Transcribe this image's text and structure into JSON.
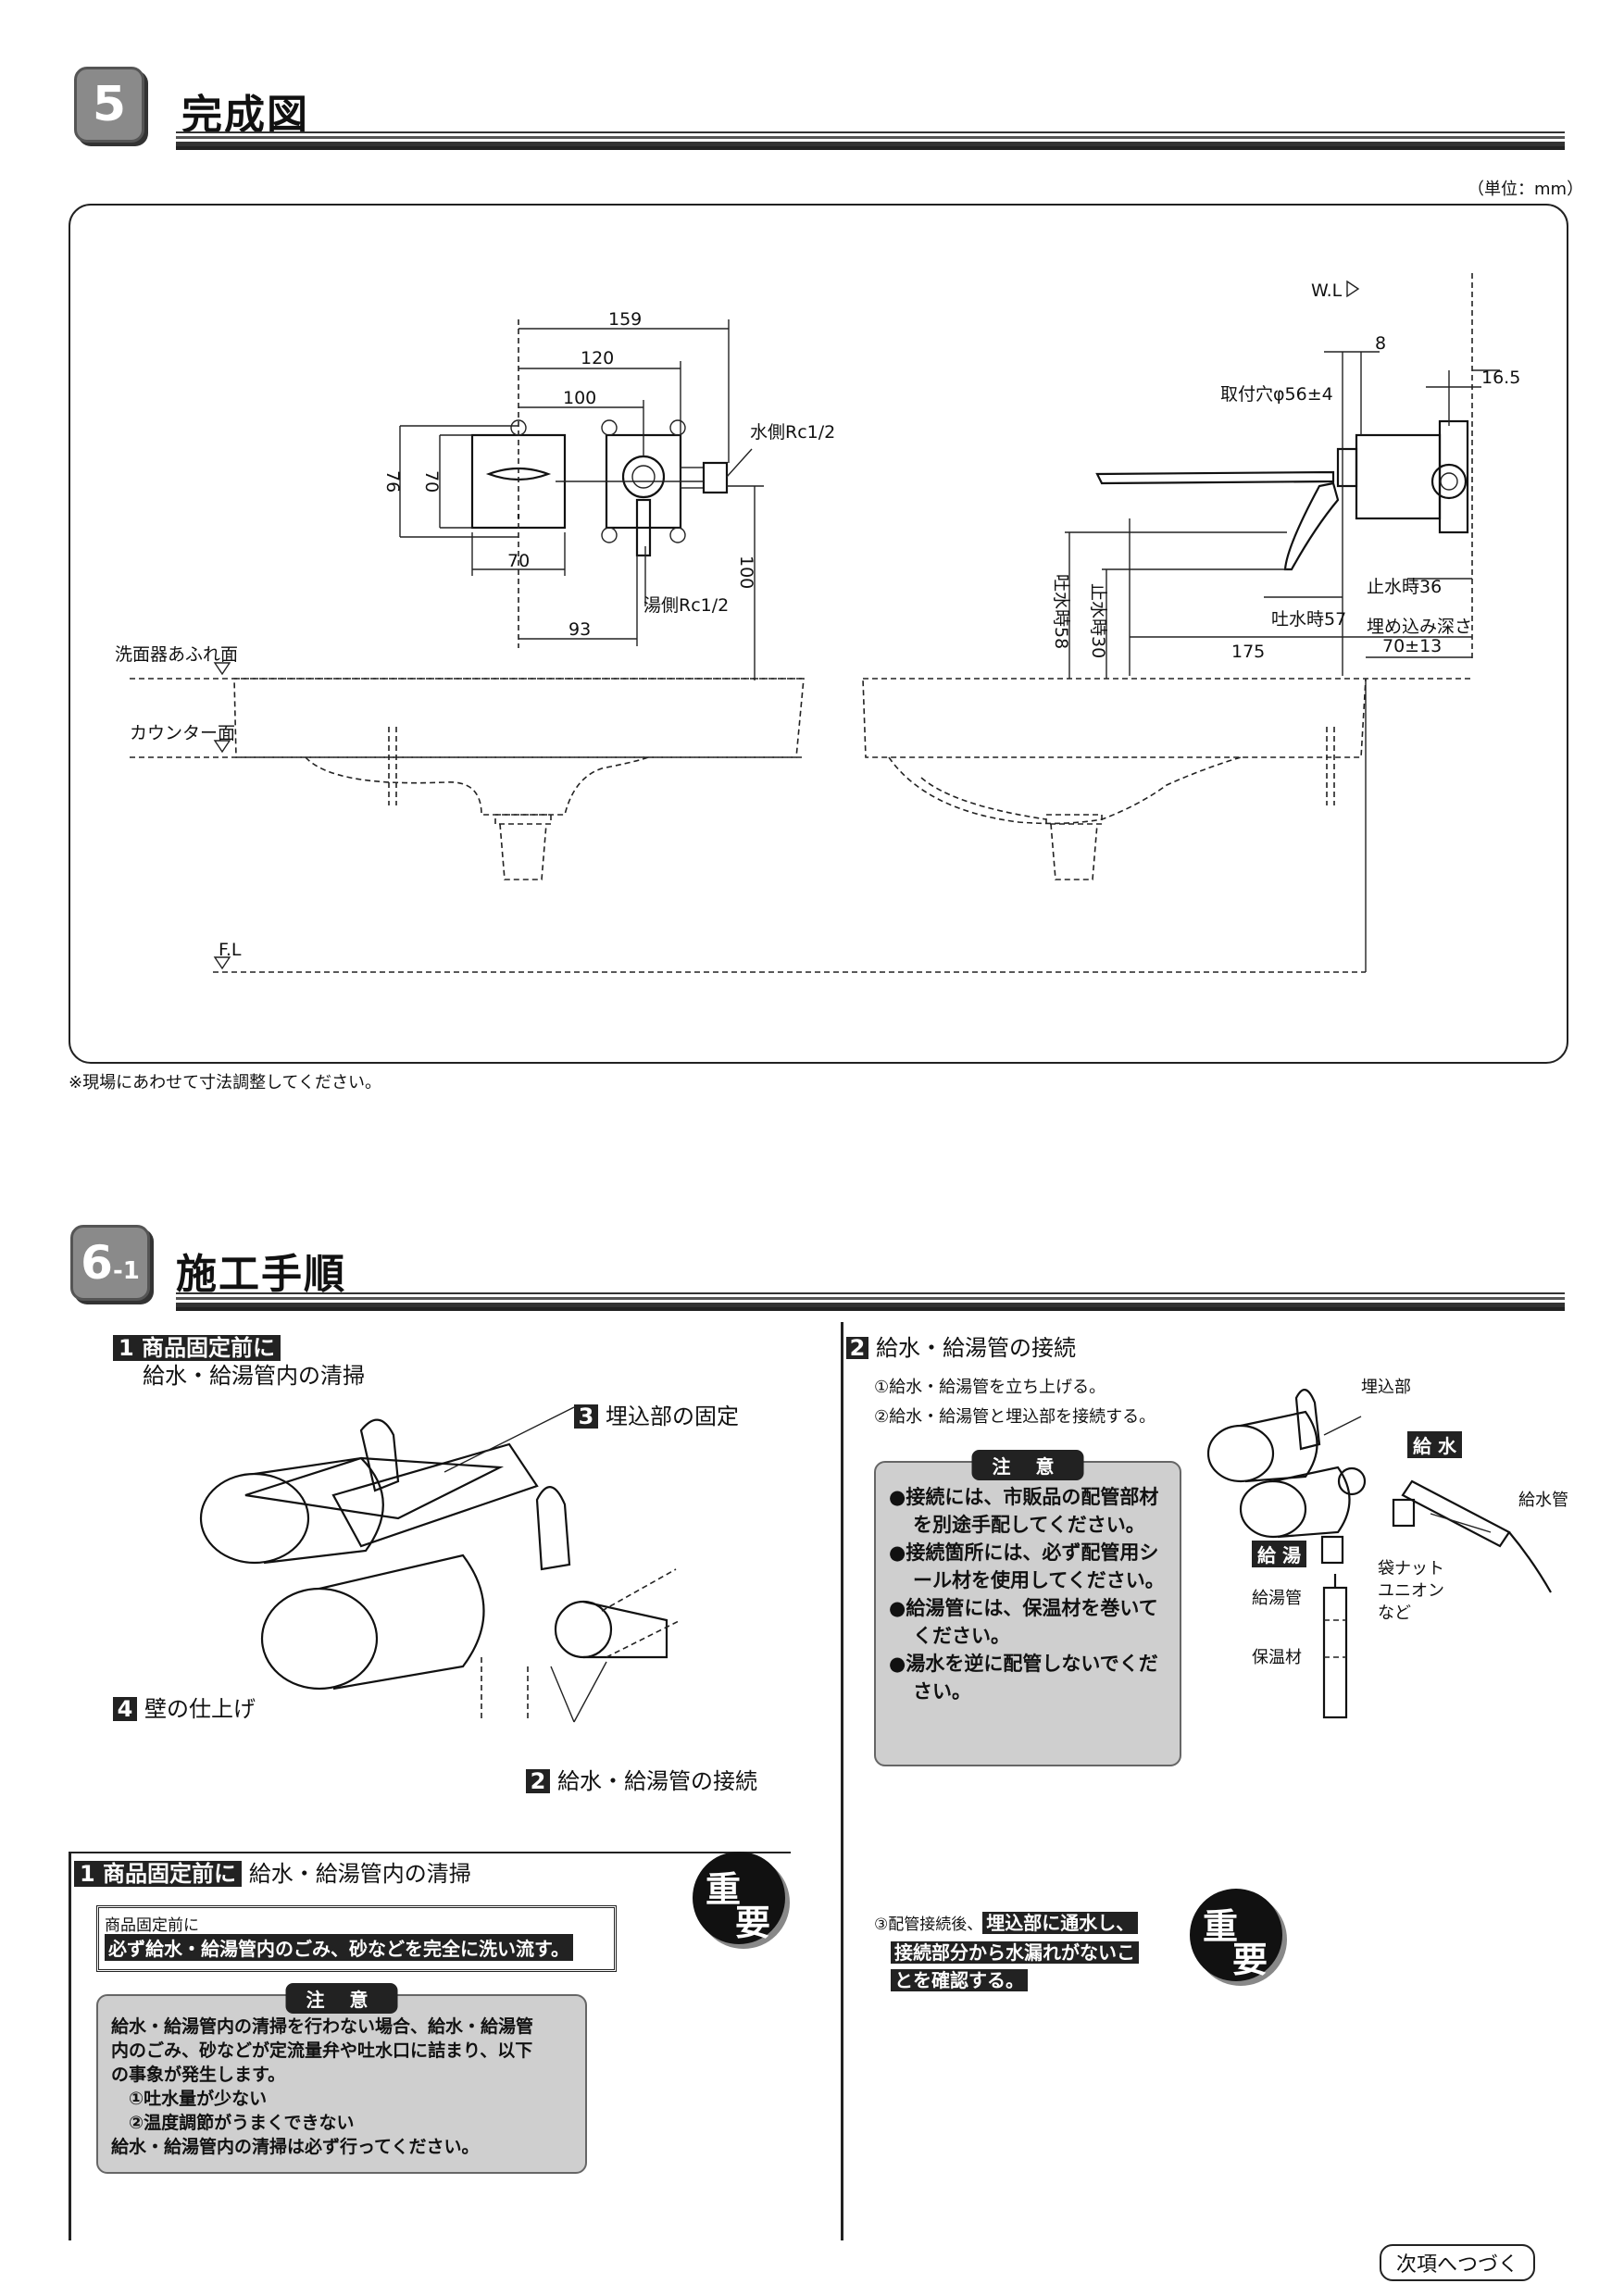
{
  "section5": {
    "number": "5",
    "title": "完成図",
    "unit": "（単位：mm）",
    "note": "※現場にあわせて寸法調整してください。",
    "front_view": {
      "dims": {
        "d159": "159",
        "d120": "120",
        "d100": "100",
        "d76": "76",
        "d70v": "70",
        "d70h": "70",
        "d93": "93",
        "d100v": "100"
      },
      "water_side": "水側Rc1/2",
      "hot_side": "湯側Rc1/2",
      "basin_overflow": "洗面器あふれ面",
      "counter_surface": "カウンター面",
      "floor": "F.L"
    },
    "side_view": {
      "wl": "W.L",
      "d8": "8",
      "d165": "16.5",
      "mount_hole": "取付穴φ56±4",
      "stop36": "止水時36",
      "spout57": "吐水時57",
      "embed_depth": "埋め込み深さ",
      "embed_value": "70±13",
      "d175": "175",
      "spout58": "吐水時58",
      "stop30": "止水時30"
    }
  },
  "section6": {
    "number": "6",
    "sub": "-1",
    "title": "施工手順",
    "step1_tag": "1 商品固定前に",
    "step1_caption": "給水・給湯管内の清掃",
    "callout3_num": "3",
    "callout3": "埋込部の固定",
    "callout4_num": "4",
    "callout4": "壁の仕上げ",
    "callout2_num": "2",
    "callout2": "給水・給湯管の接続",
    "left_panel": {
      "tag": "1 商品固定前に",
      "heading": "給水・給湯管内の清掃",
      "box_label": "商品固定前に",
      "box_text": "必ず給水・給湯管内のごみ、砂などを完全に洗い流す。",
      "caution_head": "注 意",
      "caution_lines": [
        "給水・給湯管内の清掃を行わない場合、給水・給湯管",
        "内のごみ、砂などが定流量弁や吐水口に詰まり、以下",
        "の事象が発生します。",
        "　①吐水量が少ない",
        "　②温度調節がうまくできない",
        "給水・給湯管内の清掃は必ず行ってください。"
      ],
      "juyo_1": "重",
      "juyo_2": "要"
    },
    "right_panel": {
      "num": "2",
      "heading": "給水・給湯管の接続",
      "step_a": "①給水・給湯管を立ち上げる。",
      "step_b": "②給水・給湯管と埋込部を接続する。",
      "caution_head": "注 意",
      "bullets": [
        "●接続には、市販品の配管部材を別途手配してください。",
        "●接続箇所には、必ず配管用シール材を使用してください。",
        "●給湯管には、保温材を巻いてください。",
        "●湯水を逆に配管しないでください。"
      ],
      "diagram": {
        "embed": "埋込部",
        "supply_tag": "給 水",
        "supply_pipe": "給水管",
        "hot_tag": "給 湯",
        "nut": "袋ナット",
        "union": "ユニオン",
        "etc": "など",
        "hot_pipe": "給湯管",
        "insulation": "保温材"
      },
      "step_c_prefix": "③配管接続後、",
      "step_c_hl1": "埋込部に通水し、",
      "step_c_hl2": "接続部分から水漏れがないこ",
      "step_c_hl3": "とを確認する。",
      "juyo_1": "重",
      "juyo_2": "要"
    },
    "continue": "次項へつづく"
  }
}
